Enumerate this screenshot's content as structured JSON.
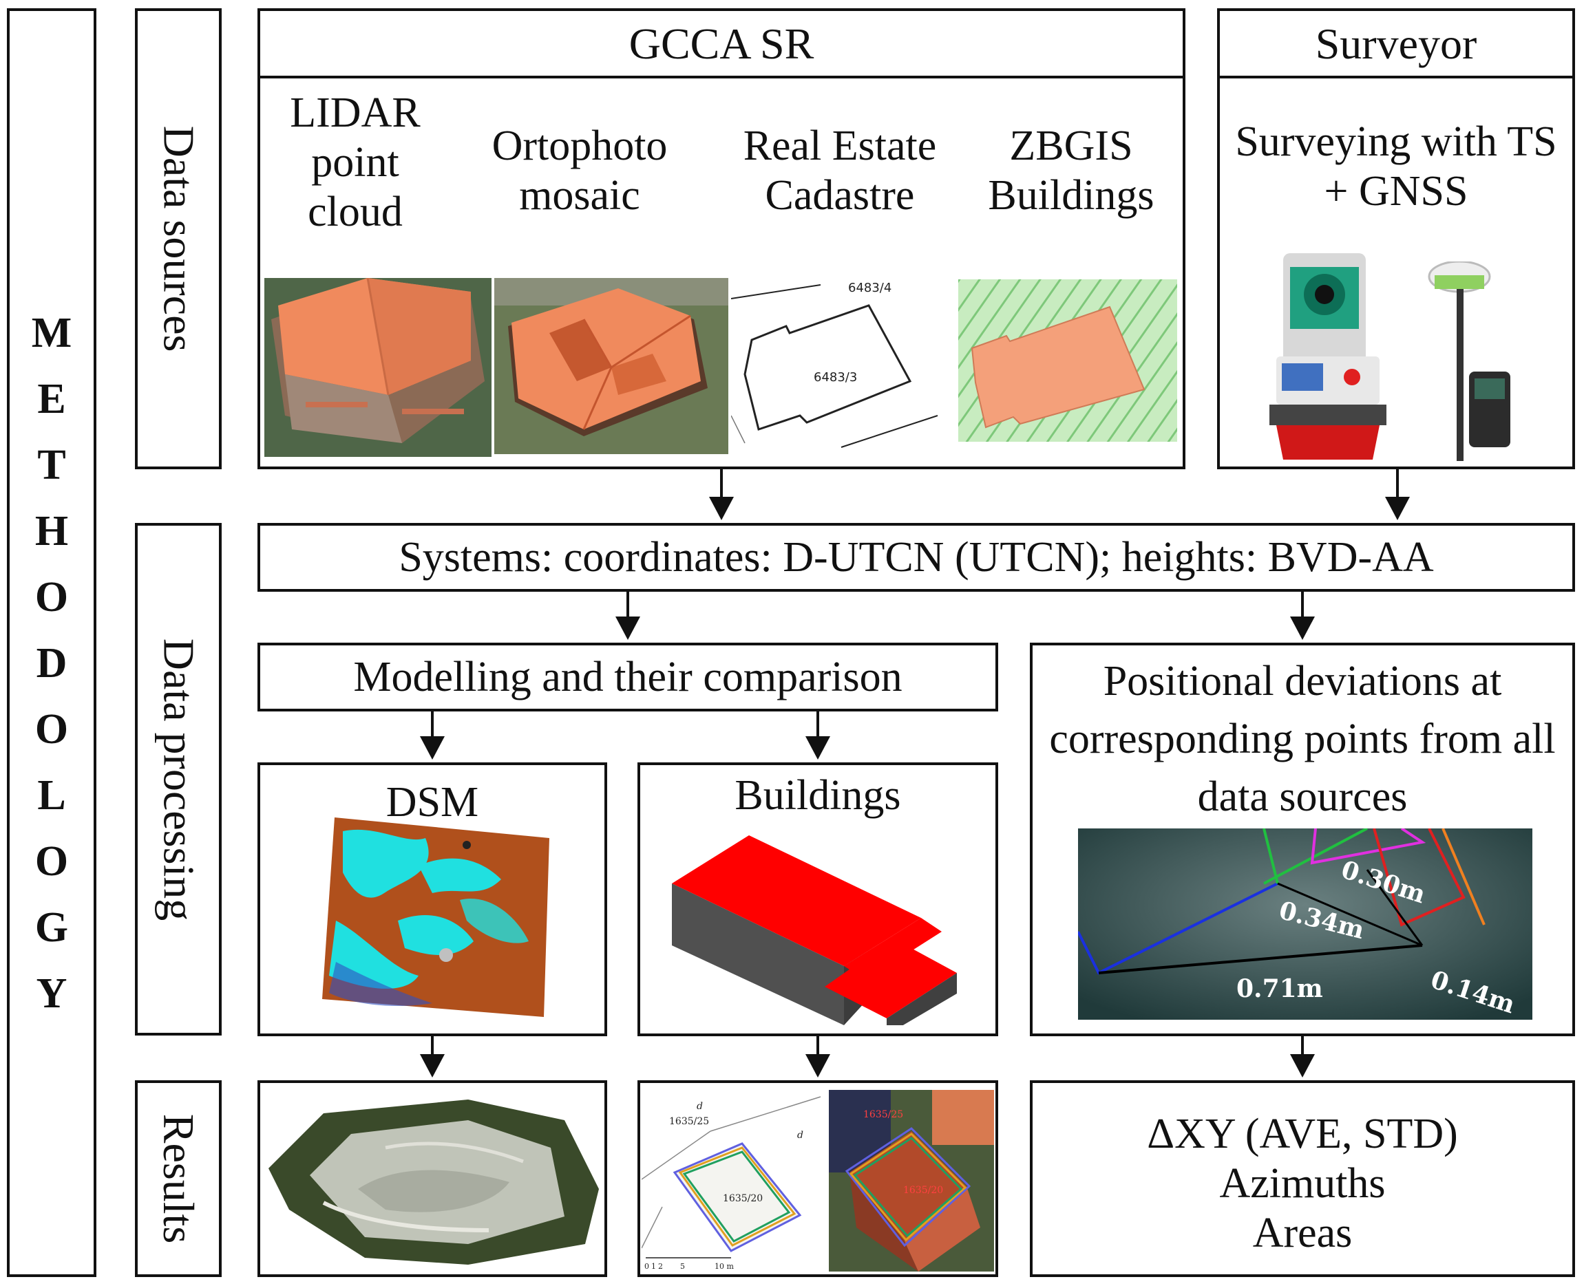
{
  "methodology_letters": [
    "M",
    "E",
    "T",
    "H",
    "O",
    "D",
    "O",
    "L",
    "O",
    "G",
    "Y"
  ],
  "rows": {
    "data_sources": "Data sources",
    "data_processing": "Data processing",
    "results": "Results"
  },
  "gcca": {
    "title": "GCCA SR",
    "items": [
      {
        "label": "LIDAR point cloud"
      },
      {
        "label": "Ortophoto mosaic"
      },
      {
        "label": "Real Estate Cadastre"
      },
      {
        "label": "ZBGIS Buildings"
      }
    ],
    "cadastre_parcel_top": "6483/4",
    "cadastre_parcel_main": "6483/3"
  },
  "surveyor": {
    "title": "Surveyor",
    "text": "Surveying with TS + GNSS"
  },
  "systems": "Systems: coordinates: D-UTCN (UTCN); heights: BVD-AA",
  "modelling": "Modelling and their comparison",
  "dsm": "DSM",
  "buildings": "Buildings",
  "deviations": {
    "text": "Positional deviations at corresponding points from all data sources",
    "labels": [
      "0.30m",
      "0.34m",
      "0.71m",
      "0.14m"
    ]
  },
  "results_buildings": {
    "parcel_a": "1635/25",
    "parcel_b": "1635/20",
    "letter_d": "d",
    "scale_ticks": [
      "0",
      "1",
      "2",
      "5",
      "10 m"
    ]
  },
  "results_text": [
    "ΔXY (AVE, STD)",
    "Azimuths",
    "Areas"
  ],
  "colors": {
    "roof": "#f08a5d",
    "building_red": "#ff0000",
    "building_gray": "#505050",
    "cyan": "#20e0e0",
    "brown": "#b0501c"
  }
}
